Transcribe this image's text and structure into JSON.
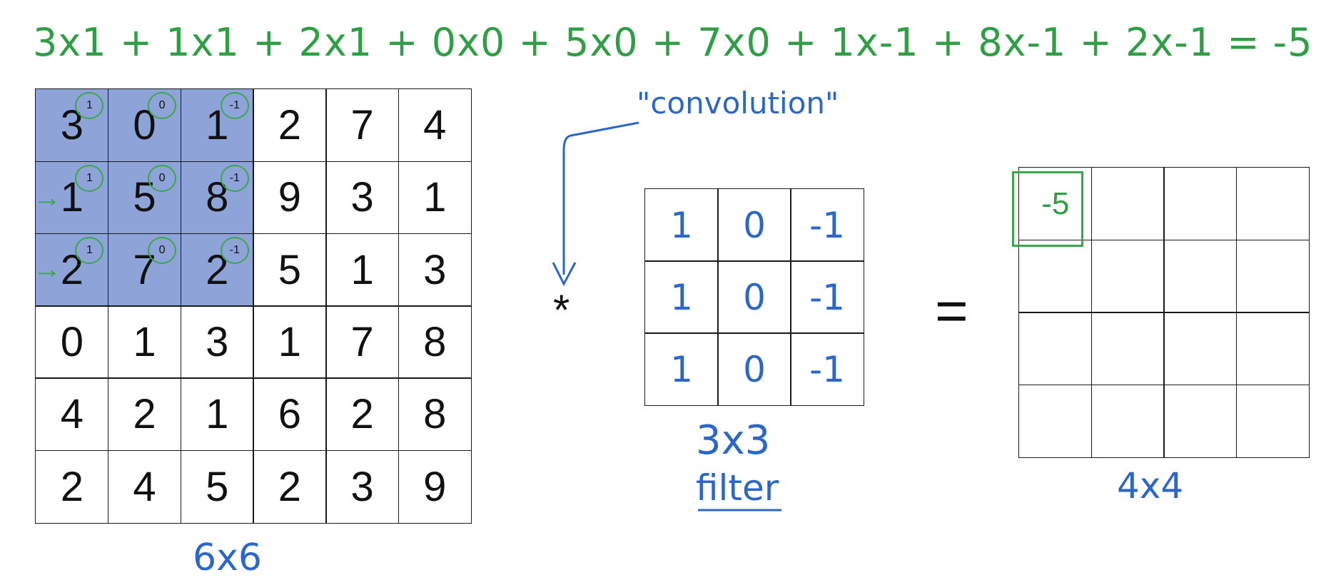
{
  "equation": "3x1 + 1x1 + 2x1 + 0x0 + 5x0 + 7x0 + 1x-1 + 8x-1 + 2x-1 = -5",
  "convolution_label": "\"convolution\"",
  "operator_symbol": "*",
  "equals_symbol": "=",
  "input": {
    "label": "6x6",
    "rows": [
      [
        "3",
        "0",
        "1",
        "2",
        "7",
        "4"
      ],
      [
        "1",
        "5",
        "8",
        "9",
        "3",
        "1"
      ],
      [
        "2",
        "7",
        "2",
        "5",
        "1",
        "3"
      ],
      [
        "0",
        "1",
        "3",
        "1",
        "7",
        "8"
      ],
      [
        "4",
        "2",
        "1",
        "6",
        "2",
        "8"
      ],
      [
        "2",
        "4",
        "5",
        "2",
        "3",
        "9"
      ]
    ],
    "highlight_weights": [
      [
        "1",
        "0",
        "-1"
      ],
      [
        "1",
        "0",
        "-1"
      ],
      [
        "1",
        "0",
        "-1"
      ]
    ]
  },
  "filter": {
    "label_size": "3x3",
    "label_name": "filter",
    "rows": [
      [
        "1",
        "0",
        "-1"
      ],
      [
        "1",
        "0",
        "-1"
      ],
      [
        "1",
        "0",
        "-1"
      ]
    ]
  },
  "output": {
    "label": "4x4",
    "first_value": "-5"
  },
  "colors": {
    "highlight": "#8ea4d9",
    "annotation_green": "#2f9e44",
    "annotation_blue": "#2b66c9"
  }
}
